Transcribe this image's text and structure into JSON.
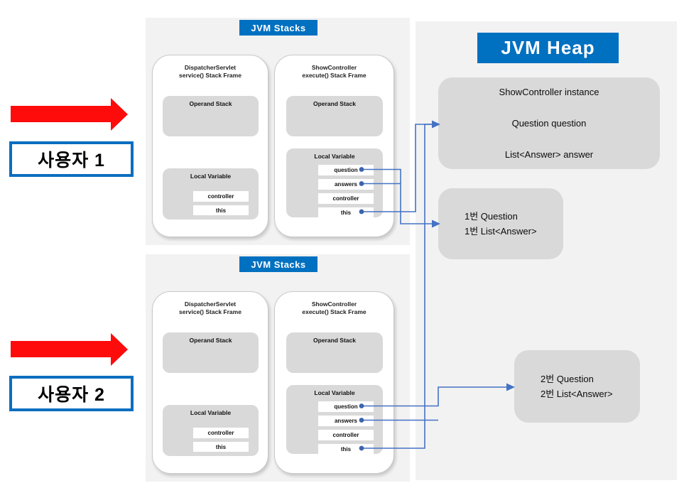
{
  "left_labels": {
    "user1": "사용자 1",
    "user2": "사용자 2"
  },
  "stacks_panel": {
    "title": "JVM Stacks"
  },
  "frames": {
    "dispatcher": {
      "title1": "DispatcherServlet",
      "title2": "service() Stack Frame",
      "operand": "Operand Stack",
      "local": "Local Variable",
      "rows": [
        "controller",
        "this"
      ]
    },
    "show": {
      "title1": "ShowController",
      "title2": "execute() Stack Frame",
      "operand": "Operand Stack",
      "local": "Local Variable",
      "rows": [
        "question",
        "answers",
        "controller",
        "this"
      ]
    }
  },
  "heap": {
    "title": "JVM Heap",
    "instance": {
      "line1": "ShowController instance",
      "line2": "Question question",
      "line3": "List<Answer> answer"
    },
    "object1": {
      "line1": "1번 Question",
      "line2": "1번 List<Answer>"
    },
    "object2": {
      "line1": "2번 Question",
      "line2": "2번 List<Answer>"
    }
  },
  "connections": [
    {
      "from": "stack1.show.this",
      "to": "heap.instance"
    },
    {
      "from": "stack2.show.this",
      "to": "heap.instance"
    },
    {
      "from": "stack1.show.question",
      "to": "heap.object1"
    },
    {
      "from": "stack1.show.answers",
      "to": "heap.object1"
    },
    {
      "from": "stack2.show.question",
      "to": "heap.object2"
    },
    {
      "from": "stack2.show.answers",
      "to": "heap.object2"
    }
  ],
  "colors": {
    "accent_blue": "#0070c0",
    "connector_blue": "#4472c4",
    "arrow_red": "#fe0b0b",
    "panel_gray": "#f2f2f2",
    "box_gray": "#d9d9d9"
  }
}
